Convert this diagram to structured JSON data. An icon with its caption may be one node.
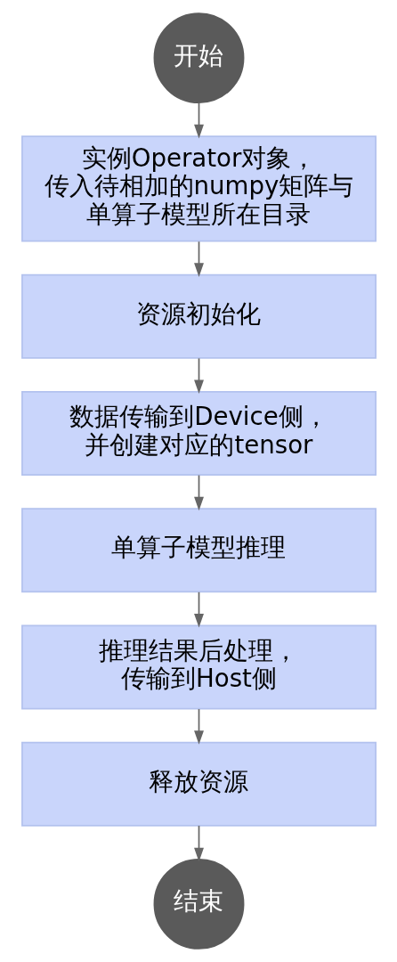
{
  "diagram": {
    "nodes": [
      {
        "text": [
          "开始"
        ]
      },
      {
        "text": [
          "实例Operator对象，传入待相加的numpy矩阵与单算子模型所在目录"
        ]
      },
      {
        "text": [
          "资源初始化"
        ]
      },
      {
        "text": [
          "数据传输到Device侧，并创建对应的tensor"
        ]
      },
      {
        "text": [
          "单算子模型推理"
        ]
      },
      {
        "text": [
          "推理结果后处理，传输到Host侧"
        ]
      },
      {
        "text": [
          "释放资源"
        ]
      },
      {
        "text": [
          "结束"
        ]
      }
    ],
    "edges": [
      {
        "from": 0,
        "to": 1,
        "arrow": "to"
      },
      {
        "from": 1,
        "to": 2,
        "arrow": "to"
      },
      {
        "from": 2,
        "to": 3,
        "arrow": "to"
      },
      {
        "from": 3,
        "to": 4,
        "arrow": "to"
      },
      {
        "from": 4,
        "to": 5,
        "arrow": "to"
      },
      {
        "from": 5,
        "to": 6,
        "arrow": "to"
      },
      {
        "from": 6,
        "to": 7,
        "arrow": "to"
      }
    ]
  }
}
